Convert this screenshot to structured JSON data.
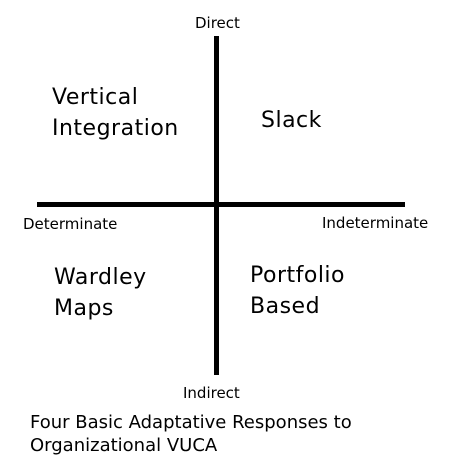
{
  "axes": {
    "top": "Direct",
    "bottom": "Indirect",
    "left": "Determinate",
    "right": "Indeterminate"
  },
  "quadrants": {
    "top_left": [
      "Vertical",
      "Integration"
    ],
    "top_right": [
      "Slack"
    ],
    "bottom_left": [
      "Wardley",
      "Maps"
    ],
    "bottom_right": [
      "Portfolio",
      "Based"
    ]
  },
  "caption": {
    "line1": "Four Basic Adaptative Responses to",
    "line2": "Organizational VUCA"
  }
}
